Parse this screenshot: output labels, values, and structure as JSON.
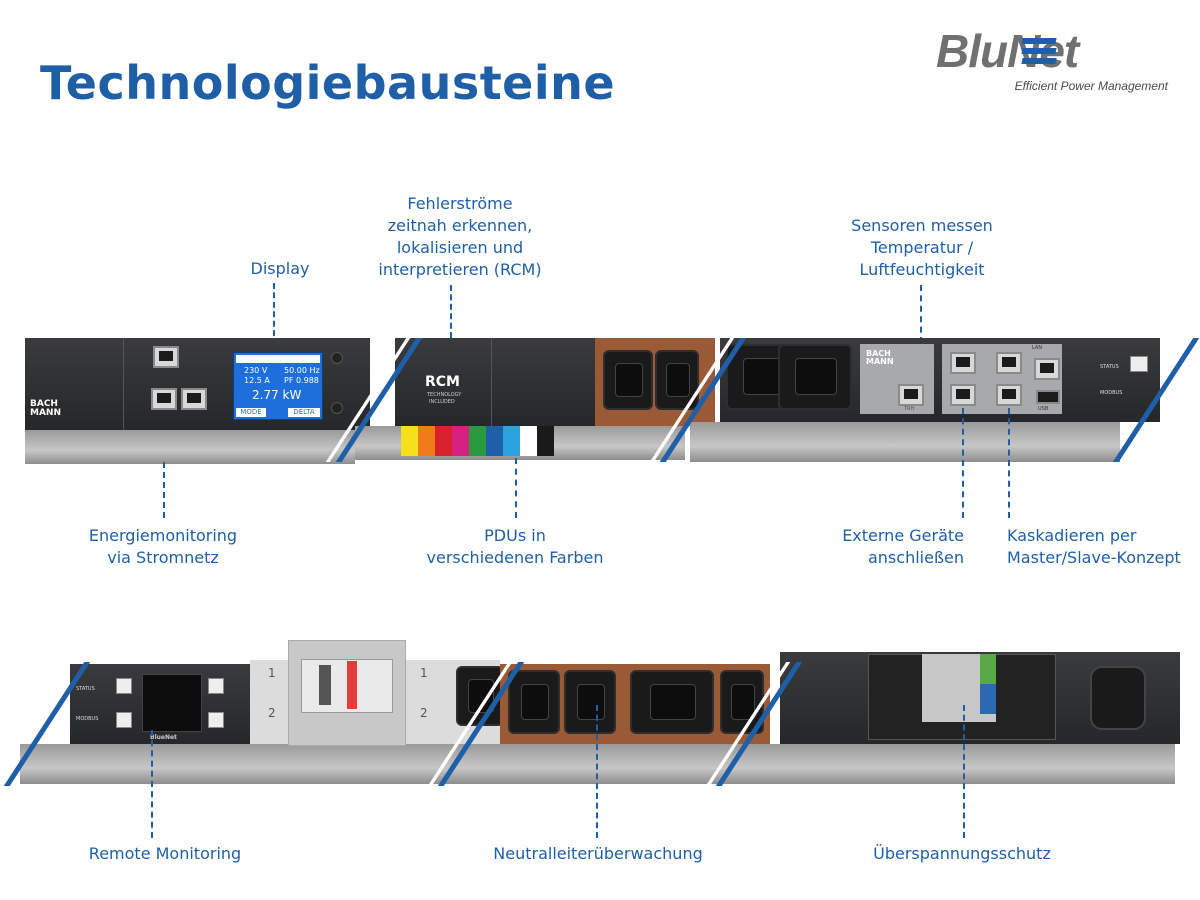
{
  "header": {
    "title": "Technologiebausteine",
    "logo_text": "BluNet",
    "logo_subtitle": "Efficient Power Management"
  },
  "row1": {
    "display_label": "Display",
    "rcm_label": [
      "Fehlerströme",
      "zeitnah erkennen,",
      "lokalisieren und",
      "interpretieren (RCM)"
    ],
    "sensor_label": [
      "Sensoren messen",
      "Temperatur /",
      "Luftfeuchtigkeit"
    ],
    "energy_label": [
      "Energiemonitoring",
      "via Stromnetz"
    ],
    "colors_label": [
      "PDUs in",
      "verschiedenen Farben"
    ],
    "external_label": [
      "Externe Geräte",
      "anschließen"
    ],
    "cascade_label": [
      "Kaskadieren per",
      "Master/Slave-Konzept"
    ],
    "pdu_display": {
      "voltage": "230 V",
      "frequency": "50.00 Hz",
      "current": "12.5 A",
      "power_factor": "PF 0.988",
      "power": "2.77 kW",
      "mode_button": "MODE",
      "delta_button": "DELTA"
    },
    "brand_text": [
      "BACH",
      "MANN"
    ],
    "rcm_module": {
      "title": "RCM",
      "line1": "TECHNOLOGY",
      "line2": "INCLUDED"
    },
    "sensor_port": "TRH",
    "lan_label": "LAN",
    "usb_label": "USB",
    "status_label": "STATUS",
    "modbus_label": "MODBUS",
    "color_swatches": [
      "#f5e11b",
      "#ef7b1a",
      "#d8222b",
      "#d6217f",
      "#2a9a3e",
      "#1f5fa8",
      "#2aa3e0",
      "#ffffff",
      "#1a1a1a"
    ]
  },
  "row2": {
    "remote_label": "Remote Monitoring",
    "neutral_label": "Neutralleiterüberwachung",
    "surge_label": "Überspannungsschutz",
    "status_label": "STATUS",
    "modbus_label": "MODBUS",
    "remote_brand": "BlueNet",
    "breaker_numbers": [
      "1",
      "2",
      "1",
      "2"
    ]
  },
  "colors": {
    "accent": "#1f5fa8",
    "logo_grey": "#6f7072"
  }
}
